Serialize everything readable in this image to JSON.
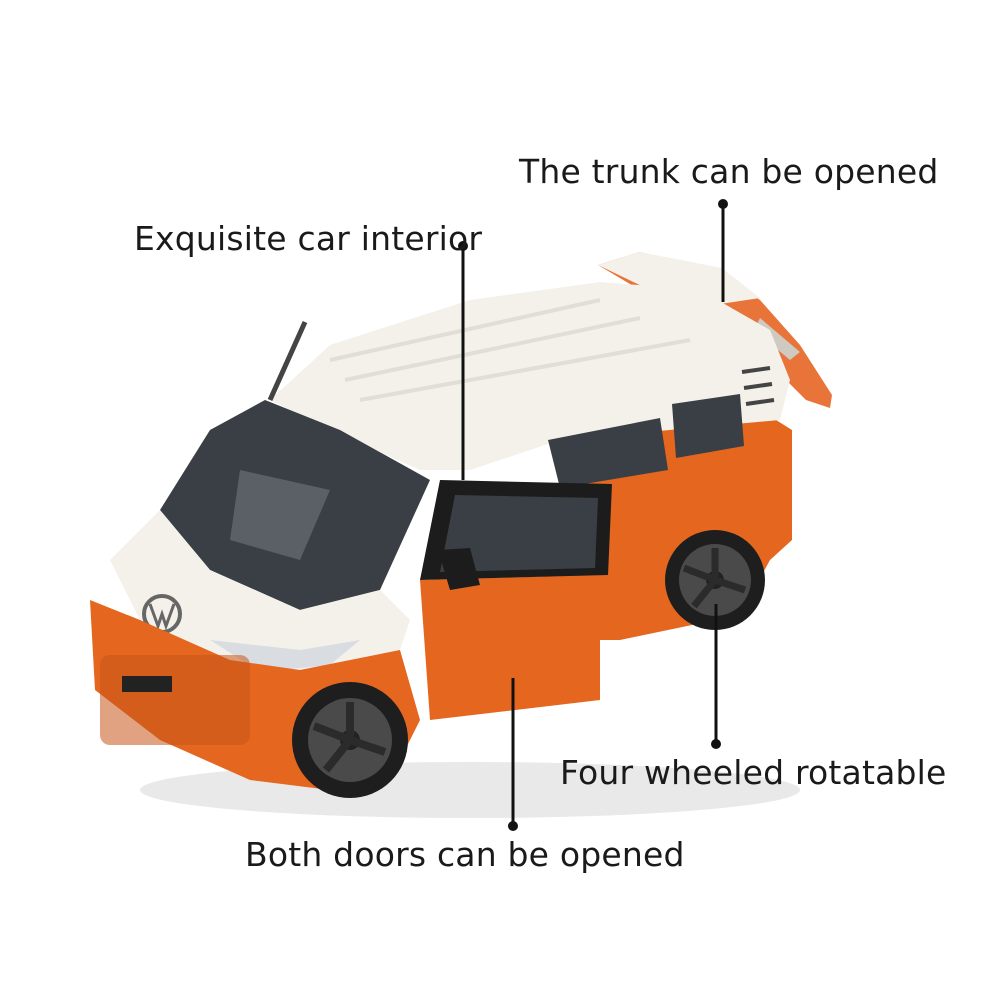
{
  "callouts": {
    "interior": "Exquisite car interior",
    "trunk": "The trunk can be opened",
    "wheels": "Four wheeled rotatable",
    "doors": "Both doors can be opened"
  },
  "colors": {
    "body_orange": "#e5661e",
    "roof_white": "#f4f1ea",
    "glass": "#3a3f45",
    "tire": "#1e1e1e",
    "leader_line": "#111111"
  }
}
